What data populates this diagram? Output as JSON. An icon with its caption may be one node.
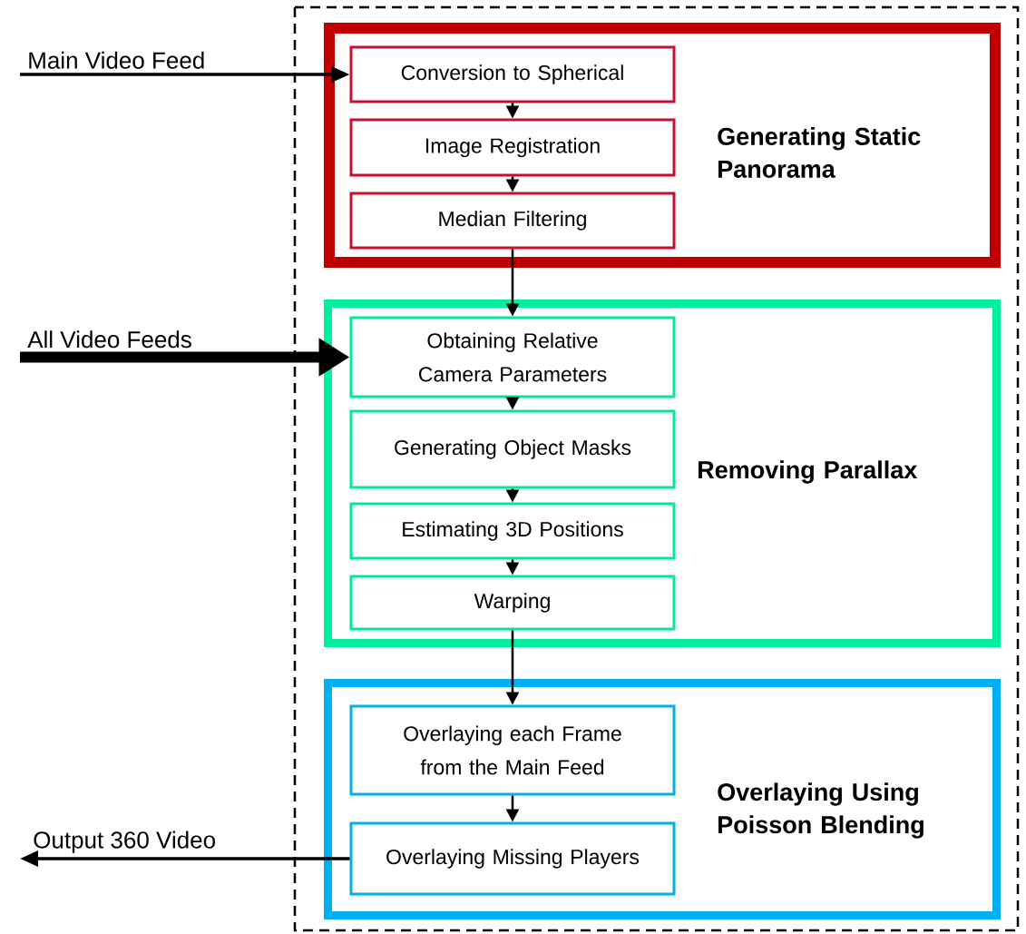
{
  "diagram": {
    "nodes": [
      {
        "text": [
          "Generating Static Panorama"
        ]
      },
      {
        "text": [
          "Conversion to Spherical"
        ],
        "in": 0
      },
      {
        "text": [
          "Image Registration"
        ],
        "in": 0
      },
      {
        "text": [
          "Median Filtering"
        ],
        "in": 0
      },
      {
        "text": [
          "Removing Parallax"
        ]
      },
      {
        "text": [
          "Obtaining Relative Camera Parameters"
        ],
        "in": 4
      },
      {
        "text": [
          "Generating Object Masks"
        ],
        "in": 4
      },
      {
        "text": [
          "Estimating 3D Positions"
        ],
        "in": 4
      },
      {
        "text": [
          "Warping"
        ],
        "in": 4
      },
      {
        "text": [
          "Overlaying Using Poisson Blending"
        ]
      },
      {
        "text": [
          "Overlaying each Frame from the Main Feed"
        ],
        "in": 9
      },
      {
        "text": [
          "Overlaying Missing Players"
        ],
        "in": 9
      }
    ],
    "edges": [
      {
        "from": null,
        "to": 1,
        "arrow": "to",
        "label": "Main Video Feed"
      },
      {
        "from": 1,
        "to": 2,
        "arrow": "to"
      },
      {
        "from": 2,
        "to": 3,
        "arrow": "to"
      },
      {
        "from": 3,
        "to": 5,
        "arrow": "to"
      },
      {
        "from": null,
        "to": 5,
        "arrow": "to",
        "label": "All Video Feeds",
        "style": "thick"
      },
      {
        "from": 5,
        "to": 6,
        "arrow": "to"
      },
      {
        "from": 6,
        "to": 7,
        "arrow": "to"
      },
      {
        "from": 7,
        "to": 8,
        "arrow": "to"
      },
      {
        "from": 8,
        "to": 10,
        "arrow": "to"
      },
      {
        "from": 10,
        "to": 11,
        "arrow": "to"
      },
      {
        "from": 11,
        "to": null,
        "arrow": "to",
        "label": "Output 360 Video"
      }
    ]
  }
}
